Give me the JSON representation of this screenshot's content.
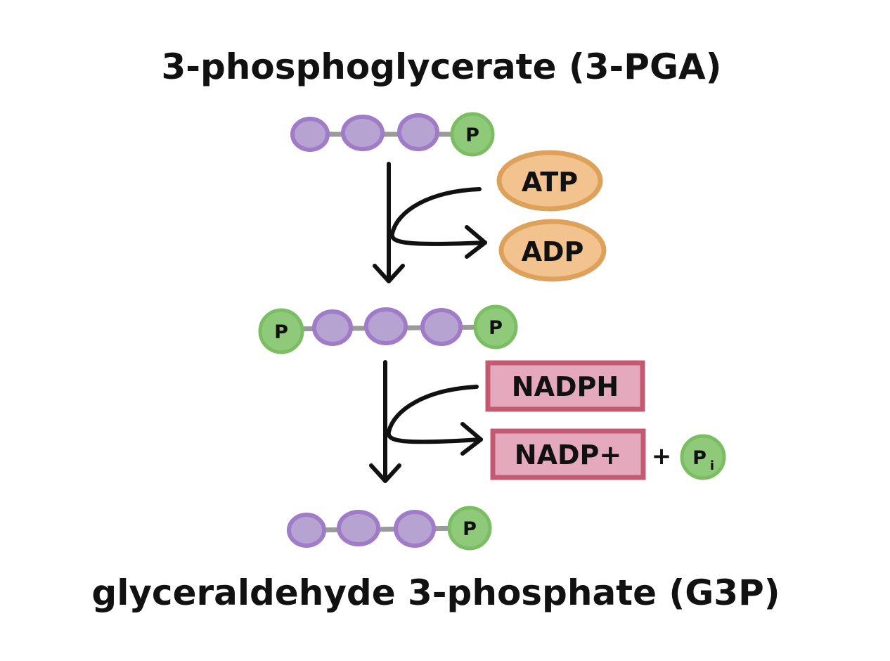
{
  "top_molecule": {
    "name": "3-phosphoglycerate (3-PGA)",
    "phosphate_label": "P"
  },
  "step1": {
    "input": "ATP",
    "output": "ADP"
  },
  "middle_molecule": {
    "left_phosphate_label": "P",
    "right_phosphate_label": "P"
  },
  "step2": {
    "input": "NADPH",
    "output": "NADP+",
    "plus": "+",
    "pi_label": "P",
    "pi_subscript": "i"
  },
  "bottom_molecule": {
    "name": "glyceraldehyde 3-phosphate (G3P)",
    "phosphate_label": "P"
  },
  "colors": {
    "carbon": "#b7a3d2",
    "phosphate": "#8fc97a",
    "atp_adp": "#f3c38f",
    "nadph": "#e5a9bd"
  }
}
